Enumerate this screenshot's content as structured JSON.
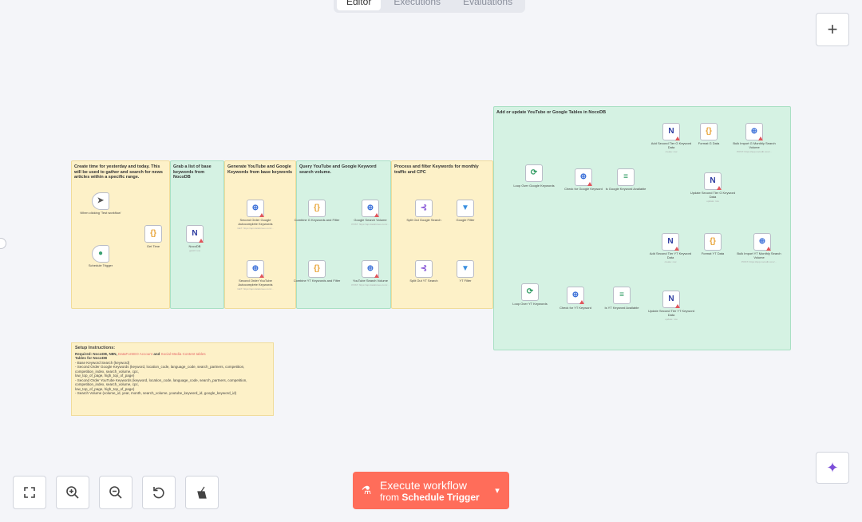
{
  "tabs": [
    "Editor",
    "Executions",
    "Evaluations"
  ],
  "stickies": {
    "s1": "Create time for yesterday and today. This will be used to gather and search for news articles within a specific range.",
    "s2": "Grab a list of base keywords from NocoDB",
    "s3": "Generate YouTube and Google Keywords from base keywords",
    "s4": "Query YouTube and Google Keyword search volume.",
    "s5": "Process and filter Keywords for monthly traffic and CPC",
    "s6": "Add or update YouTube or Google Tables in NocoDB"
  },
  "setup": {
    "title": "Setup Instructions:",
    "required_label": "Required: NocoDB, N8N,",
    "link1": "DataForSEO Account",
    "and": "and",
    "link2": "Social Media Content tables",
    "tables": "Tables for NocoDB",
    "lines": [
      "- Base Keyword Search (keyword)",
      "- Second Order Google Keywords (keyword, location_code, language_code, search_partners, competition, competition_index, search_volume, cpc,",
      "low_top_of_page, high_top_of_page)",
      "- Second Order YouTube Keywords (keyword, location_code, language_code, search_partners, competition, competition_index, search_volume, cpc,",
      "low_top_of_page, high_top_of_page)",
      "- Search Volume (volume_id, year, month, search_volume, youtube_keyword_id, google_keyword_id)"
    ]
  },
  "nodes": {
    "when_clicking": "When clicking 'Test workflow'",
    "schedule": "Schedule Trigger",
    "get_time": "Get Time",
    "nocodb": "NocoDB",
    "nocodb_sub": "getAll: row",
    "second_google": "Second Order Google Autocomplete Keywords",
    "second_google_sub": "GET: https://api.dataforseo.com/...",
    "second_youtube": "Second Order YouTube Autocomplete Keywords",
    "second_youtube_sub": "GET: https://api.dataforseo.com/...",
    "combine_g": "Combine G Keywords and Filter",
    "combine_yt": "Combine YT Keywords and Filter",
    "google_search_volume": "Google Search Volume",
    "google_search_volume_sub": "POST: https://api.dataforseo.com/...",
    "youtube_volume": "YouTube Search Volume",
    "youtube_volume_sub": "POST: https://api.dataforseo.com/...",
    "split_google": "Split Out Google Search",
    "split_yt": "Split Out YT Search",
    "google_filter": "Google Filter",
    "yt_filter": "YT Filter",
    "loop_google": "Loop Over Google Keywords",
    "check_google": "Check for Google Keyword",
    "is_google": "Is Google Keyword Available",
    "add_g": "Add Second Tier G Keyword Data",
    "add_g_sub": "create: row",
    "format_g": "Format G Data",
    "bulk_g": "Bulk Import G Monthly Search Volume",
    "bulk_g_sub": "POST: https://app.nocodb.com/...",
    "update_g": "Update Second Tier G Keyword Data",
    "update_g_sub": "update: row",
    "loop_yt": "Loop Over YT Keywords",
    "check_yt": "Check for YT Keyword",
    "is_yt": "Is YT Keyword Available",
    "add_yt": "Add Second Tier YT Keyword Data",
    "add_yt_sub": "create: row",
    "format_yt": "Format YT Data",
    "bulk_yt": "Bulk Import YT Monthly Search Volume",
    "bulk_yt_sub": "POST: https://app.nocodb.com/...",
    "update_yt": "Update Second Tier YT Keyword Data",
    "update_yt_sub": "update: row"
  },
  "execute": {
    "label": "Execute workflow",
    "from": "from",
    "trigger": "Schedule Trigger"
  },
  "icons": {
    "plus": "plus-icon",
    "sparkle": "sparkle-icon"
  },
  "colors": {
    "accent": "#ff6d5a",
    "sticky_yellow": "#fdf1c8",
    "sticky_green": "#d5f2e3"
  }
}
